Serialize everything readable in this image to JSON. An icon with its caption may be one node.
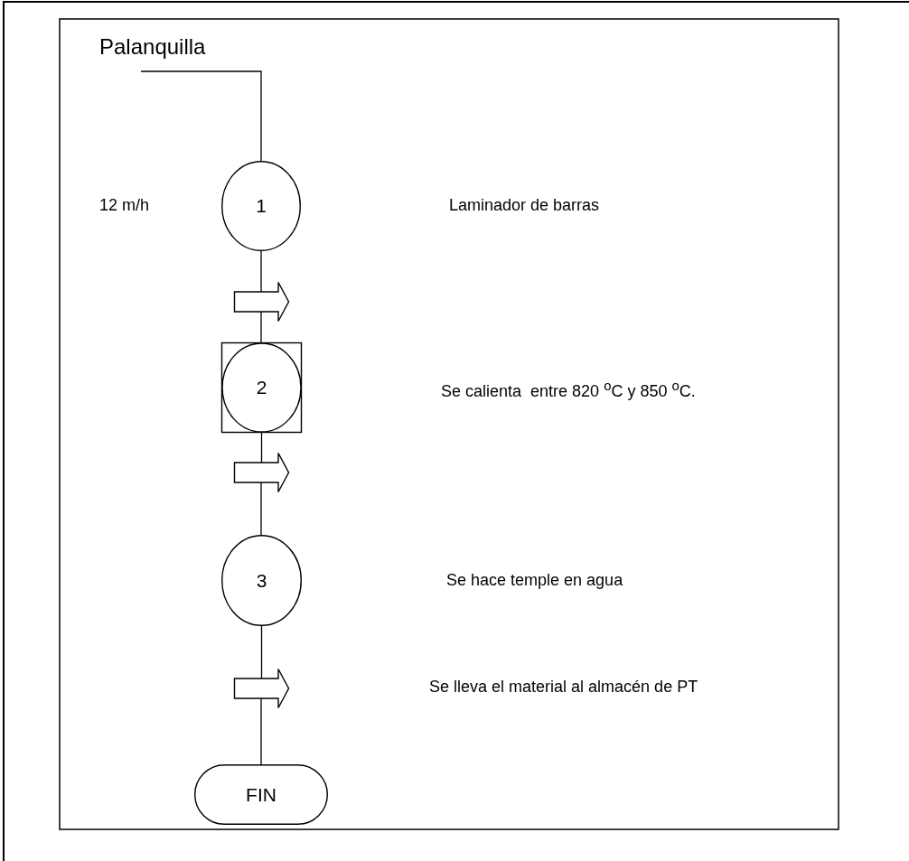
{
  "diagram": {
    "nodes": [
      {
        "text": [
          "Palanquilla"
        ]
      },
      {
        "text": [
          "1"
        ]
      },
      {
        "text": [],
        "shape": "arrow"
      },
      {
        "text": [
          "2"
        ]
      },
      {
        "text": [],
        "shape": "arrow"
      },
      {
        "text": [
          "3"
        ]
      },
      {
        "text": [],
        "shape": "arrow"
      },
      {
        "text": [
          "FIN"
        ]
      }
    ],
    "edges": [
      {
        "from": 0,
        "to": 1,
        "arrow": "none"
      },
      {
        "from": 1,
        "to": 2,
        "arrow": "none"
      },
      {
        "from": 2,
        "to": 3,
        "arrow": "none"
      },
      {
        "from": 3,
        "to": 4,
        "arrow": "none"
      },
      {
        "from": 4,
        "to": 5,
        "arrow": "none"
      },
      {
        "from": 5,
        "to": 6,
        "arrow": "none"
      },
      {
        "from": 6,
        "to": 7,
        "arrow": "none"
      }
    ],
    "labels": [
      "12 m/h",
      "Laminador de barras",
      "Se calienta  entre 820 $^{o}$C y 850 $^{o}$C.",
      "Se hace temple en agua",
      "Se lleva el material al almacén de PT"
    ]
  }
}
